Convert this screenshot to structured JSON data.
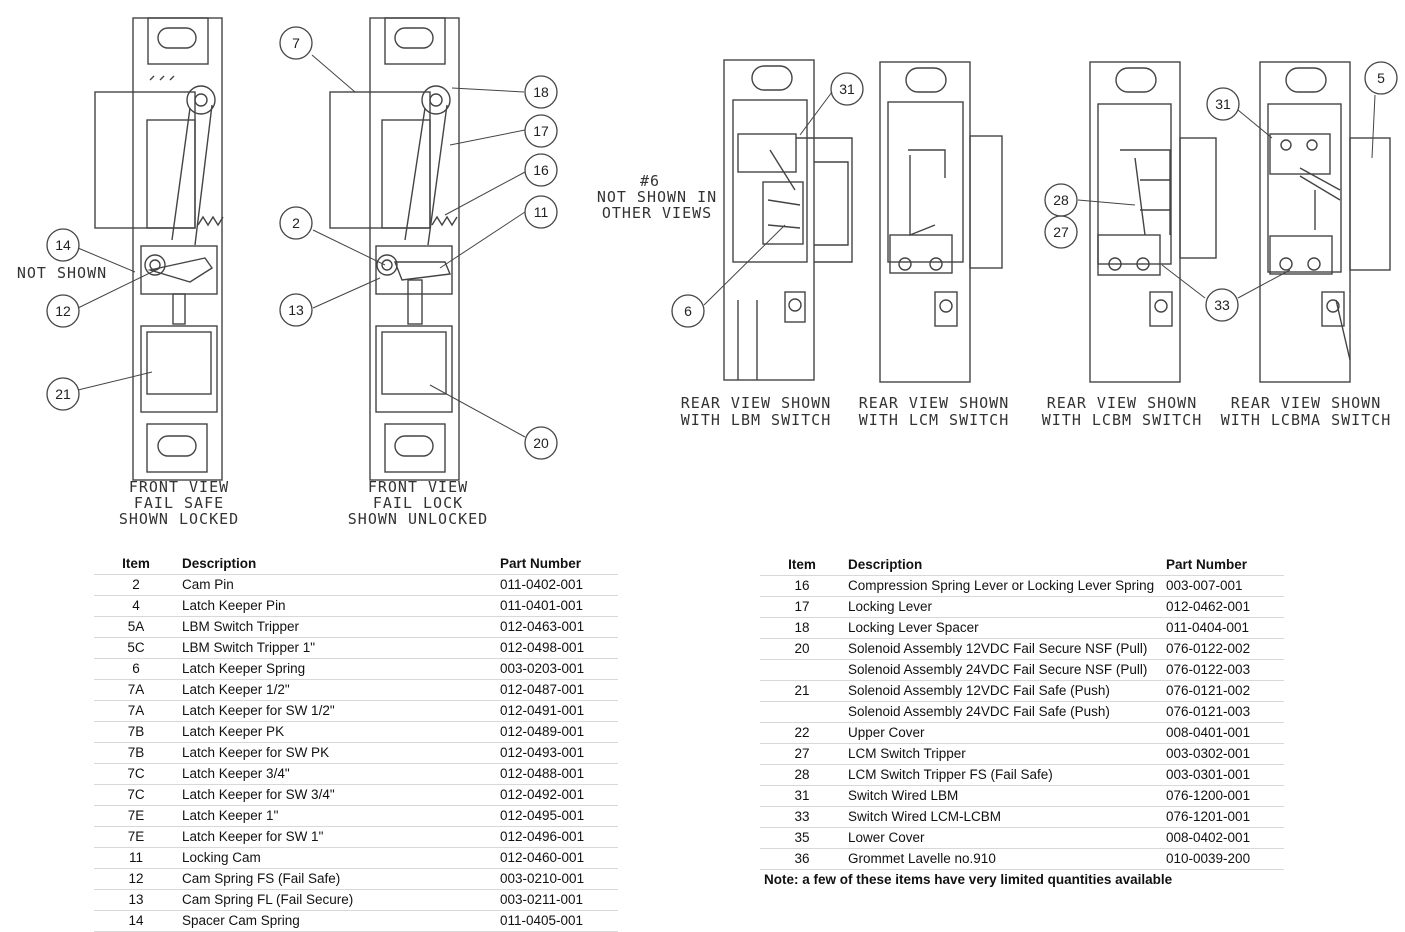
{
  "captions": {
    "front_safe": [
      "FRONT VIEW",
      "FAIL SAFE",
      "SHOWN LOCKED"
    ],
    "front_lock": [
      "FRONT VIEW",
      "FAIL LOCK",
      "SHOWN UNLOCKED"
    ],
    "rear_lbm": [
      "REAR VIEW SHOWN",
      "WITH LBM SWITCH"
    ],
    "rear_lcm": [
      "REAR VIEW SHOWN",
      "WITH LCM SWITCH"
    ],
    "rear_lcbm": [
      "REAR VIEW SHOWN",
      "WITH LCBM SWITCH"
    ],
    "rear_lcbma": [
      "REAR VIEW SHOWN",
      "WITH LCBMA SWITCH"
    ],
    "not_shown": "NOT SHOWN",
    "note6": [
      "#6",
      "NOT SHOWN IN",
      "OTHER VIEWS"
    ]
  },
  "callouts": [
    "14",
    "12",
    "21",
    "7",
    "2",
    "13",
    "18",
    "17",
    "16",
    "11",
    "20",
    "31",
    "6",
    "28",
    "27",
    "33",
    "31",
    "5"
  ],
  "table_left": {
    "headers": [
      "Item",
      "Description",
      "Part Number"
    ],
    "rows": [
      [
        "2",
        "Cam Pin",
        "011-0402-001"
      ],
      [
        "4",
        "Latch Keeper Pin",
        "011-0401-001"
      ],
      [
        "5A",
        "LBM Switch Tripper",
        "012-0463-001"
      ],
      [
        "5C",
        "LBM Switch Tripper 1\"",
        "012-0498-001"
      ],
      [
        "6",
        "Latch Keeper Spring",
        "003-0203-001"
      ],
      [
        "7A",
        "Latch Keeper 1/2\"",
        "012-0487-001"
      ],
      [
        "7A",
        "Latch Keeper for SW 1/2\"",
        "012-0491-001"
      ],
      [
        "7B",
        "Latch Keeper PK",
        "012-0489-001"
      ],
      [
        "7B",
        "Latch Keeper for SW PK",
        "012-0493-001"
      ],
      [
        "7C",
        "Latch Keeper 3/4\"",
        "012-0488-001"
      ],
      [
        "7C",
        "Latch Keeper for SW 3/4\"",
        "012-0492-001"
      ],
      [
        "7E",
        "Latch Keeper 1\"",
        "012-0495-001"
      ],
      [
        "7E",
        "Latch Keeper for SW 1\"",
        "012-0496-001"
      ],
      [
        "11",
        "Locking Cam",
        "012-0460-001"
      ],
      [
        "12",
        "Cam Spring FS (Fail Safe)",
        "003-0210-001"
      ],
      [
        "13",
        "Cam Spring FL (Fail Secure)",
        "003-0211-001"
      ],
      [
        "14",
        "Spacer Cam Spring",
        "011-0405-001"
      ]
    ]
  },
  "table_right": {
    "headers": [
      "Item",
      "Description",
      "Part Number"
    ],
    "rows": [
      [
        "16",
        "Compression Spring Lever or Locking Lever Spring",
        "003-007-001"
      ],
      [
        "17",
        "Locking Lever",
        "012-0462-001"
      ],
      [
        "18",
        "Locking Lever Spacer",
        "011-0404-001"
      ],
      [
        "20",
        "Solenoid Assembly 12VDC Fail Secure NSF (Pull)",
        "076-0122-002"
      ],
      [
        "",
        "Solenoid Assembly 24VDC Fail Secure NSF (Pull)",
        "076-0122-003"
      ],
      [
        "21",
        "Solenoid Assembly 12VDC Fail Safe (Push)",
        "076-0121-002"
      ],
      [
        "",
        "Solenoid Assembly 24VDC Fail Safe (Push)",
        "076-0121-003"
      ],
      [
        "22",
        "Upper Cover",
        "008-0401-001"
      ],
      [
        "27",
        "LCM Switch Tripper",
        "003-0302-001"
      ],
      [
        "28",
        "LCM Switch Tripper FS (Fail Safe)",
        "003-0301-001"
      ],
      [
        "31",
        "Switch Wired LBM",
        "076-1200-001"
      ],
      [
        "33",
        "Switch Wired LCM-LCBM",
        "076-1201-001"
      ],
      [
        "35",
        "Lower Cover",
        "008-0402-001"
      ],
      [
        "36",
        "Grommet Lavelle no.910",
        "010-0039-200"
      ]
    ],
    "note": "Note: a few of these items have very limited quantities available"
  }
}
